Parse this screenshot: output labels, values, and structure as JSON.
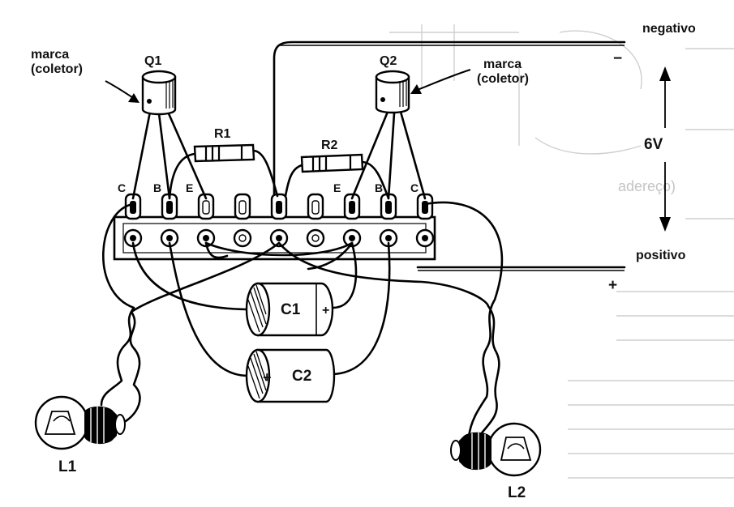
{
  "labels": {
    "negative": "negativo",
    "negative_sign": "−",
    "voltage": "6V",
    "positive": "positivo",
    "positive_sign": "+",
    "q1": "Q1",
    "q2": "Q2",
    "mark_q1_line1": "marca",
    "mark_q1_line2": "(coletor)",
    "mark_q2_line1": "marca",
    "mark_q2_line2": "(coletor)",
    "r1": "R1",
    "r2": "R2",
    "c1": "C1",
    "c2": "C2",
    "l1": "L1",
    "l2": "L2",
    "pin_c_left": "C",
    "pin_b_left": "B",
    "pin_e_left": "E",
    "pin_e_right": "E",
    "pin_b_right": "B",
    "pin_c_right": "C",
    "bleed_text": "adereço)"
  },
  "colors": {
    "ink": "#000000",
    "paper": "#ffffff",
    "bleed": "#c8c8c8"
  }
}
